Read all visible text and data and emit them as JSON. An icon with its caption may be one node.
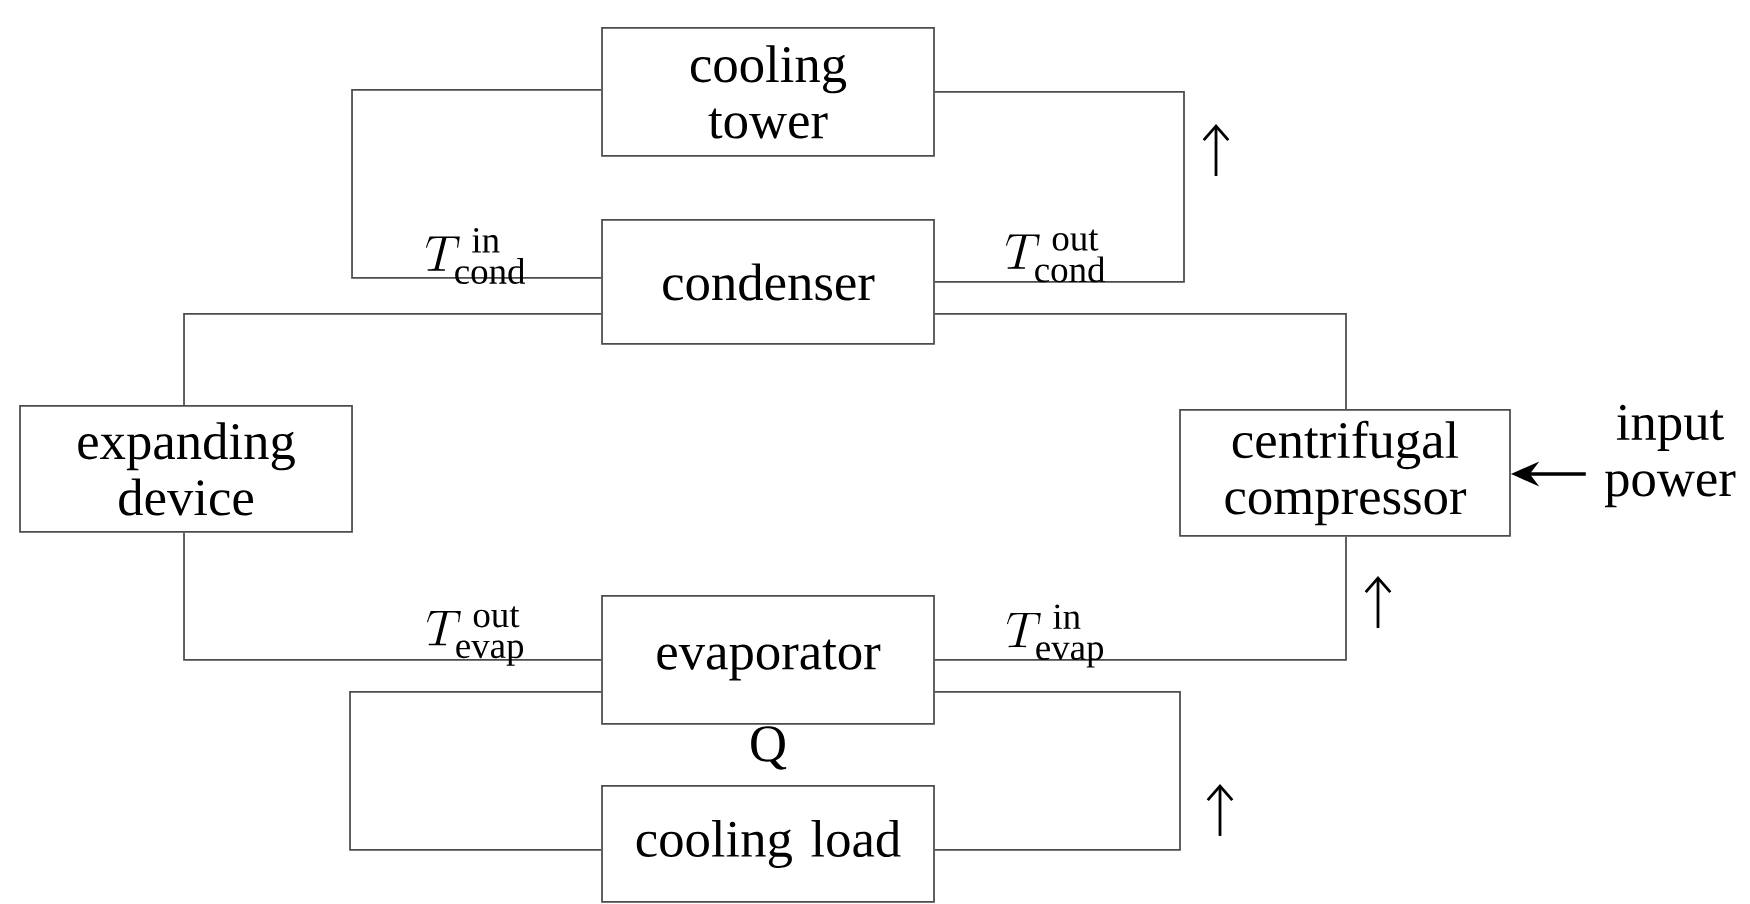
{
  "diagram": {
    "nodes": [
      {
        "text": [
          "cooling tower"
        ]
      },
      {
        "text": [
          "condenser"
        ]
      },
      {
        "text": [
          "expanding device"
        ]
      },
      {
        "text": [
          "centrifugal compressor"
        ]
      },
      {
        "text": [
          "evaporator"
        ]
      },
      {
        "text": [
          "cooling load"
        ]
      },
      {
        "text": [
          "input power"
        ]
      }
    ],
    "edges": [
      {
        "from": 1,
        "to": 0,
        "arrow": "none"
      },
      {
        "from": 0,
        "to": 1,
        "arrow": "none"
      },
      {
        "from": 1,
        "to": 2,
        "arrow": "none"
      },
      {
        "from": 1,
        "to": 3,
        "arrow": "none"
      },
      {
        "from": 2,
        "to": 4,
        "arrow": "none"
      },
      {
        "from": 4,
        "to": 3,
        "arrow": "none"
      },
      {
        "from": 5,
        "to": 4,
        "arrow": "none"
      },
      {
        "from": 4,
        "to": 5,
        "arrow": "none"
      },
      {
        "from": 6,
        "to": 3,
        "arrow": "to"
      }
    ],
    "labels": [
      "T_{\\mathrm{cond}}^{\\;\\mathrm{in}}",
      "T_{\\mathrm{cond}}^{\\;\\mathrm{out}}",
      "T_{\\mathrm{evap}}^{\\;\\mathrm{out}}",
      "Q",
      "T_{\\mathrm{evap}}^{\\;\\mathrm{in}}"
    ]
  }
}
